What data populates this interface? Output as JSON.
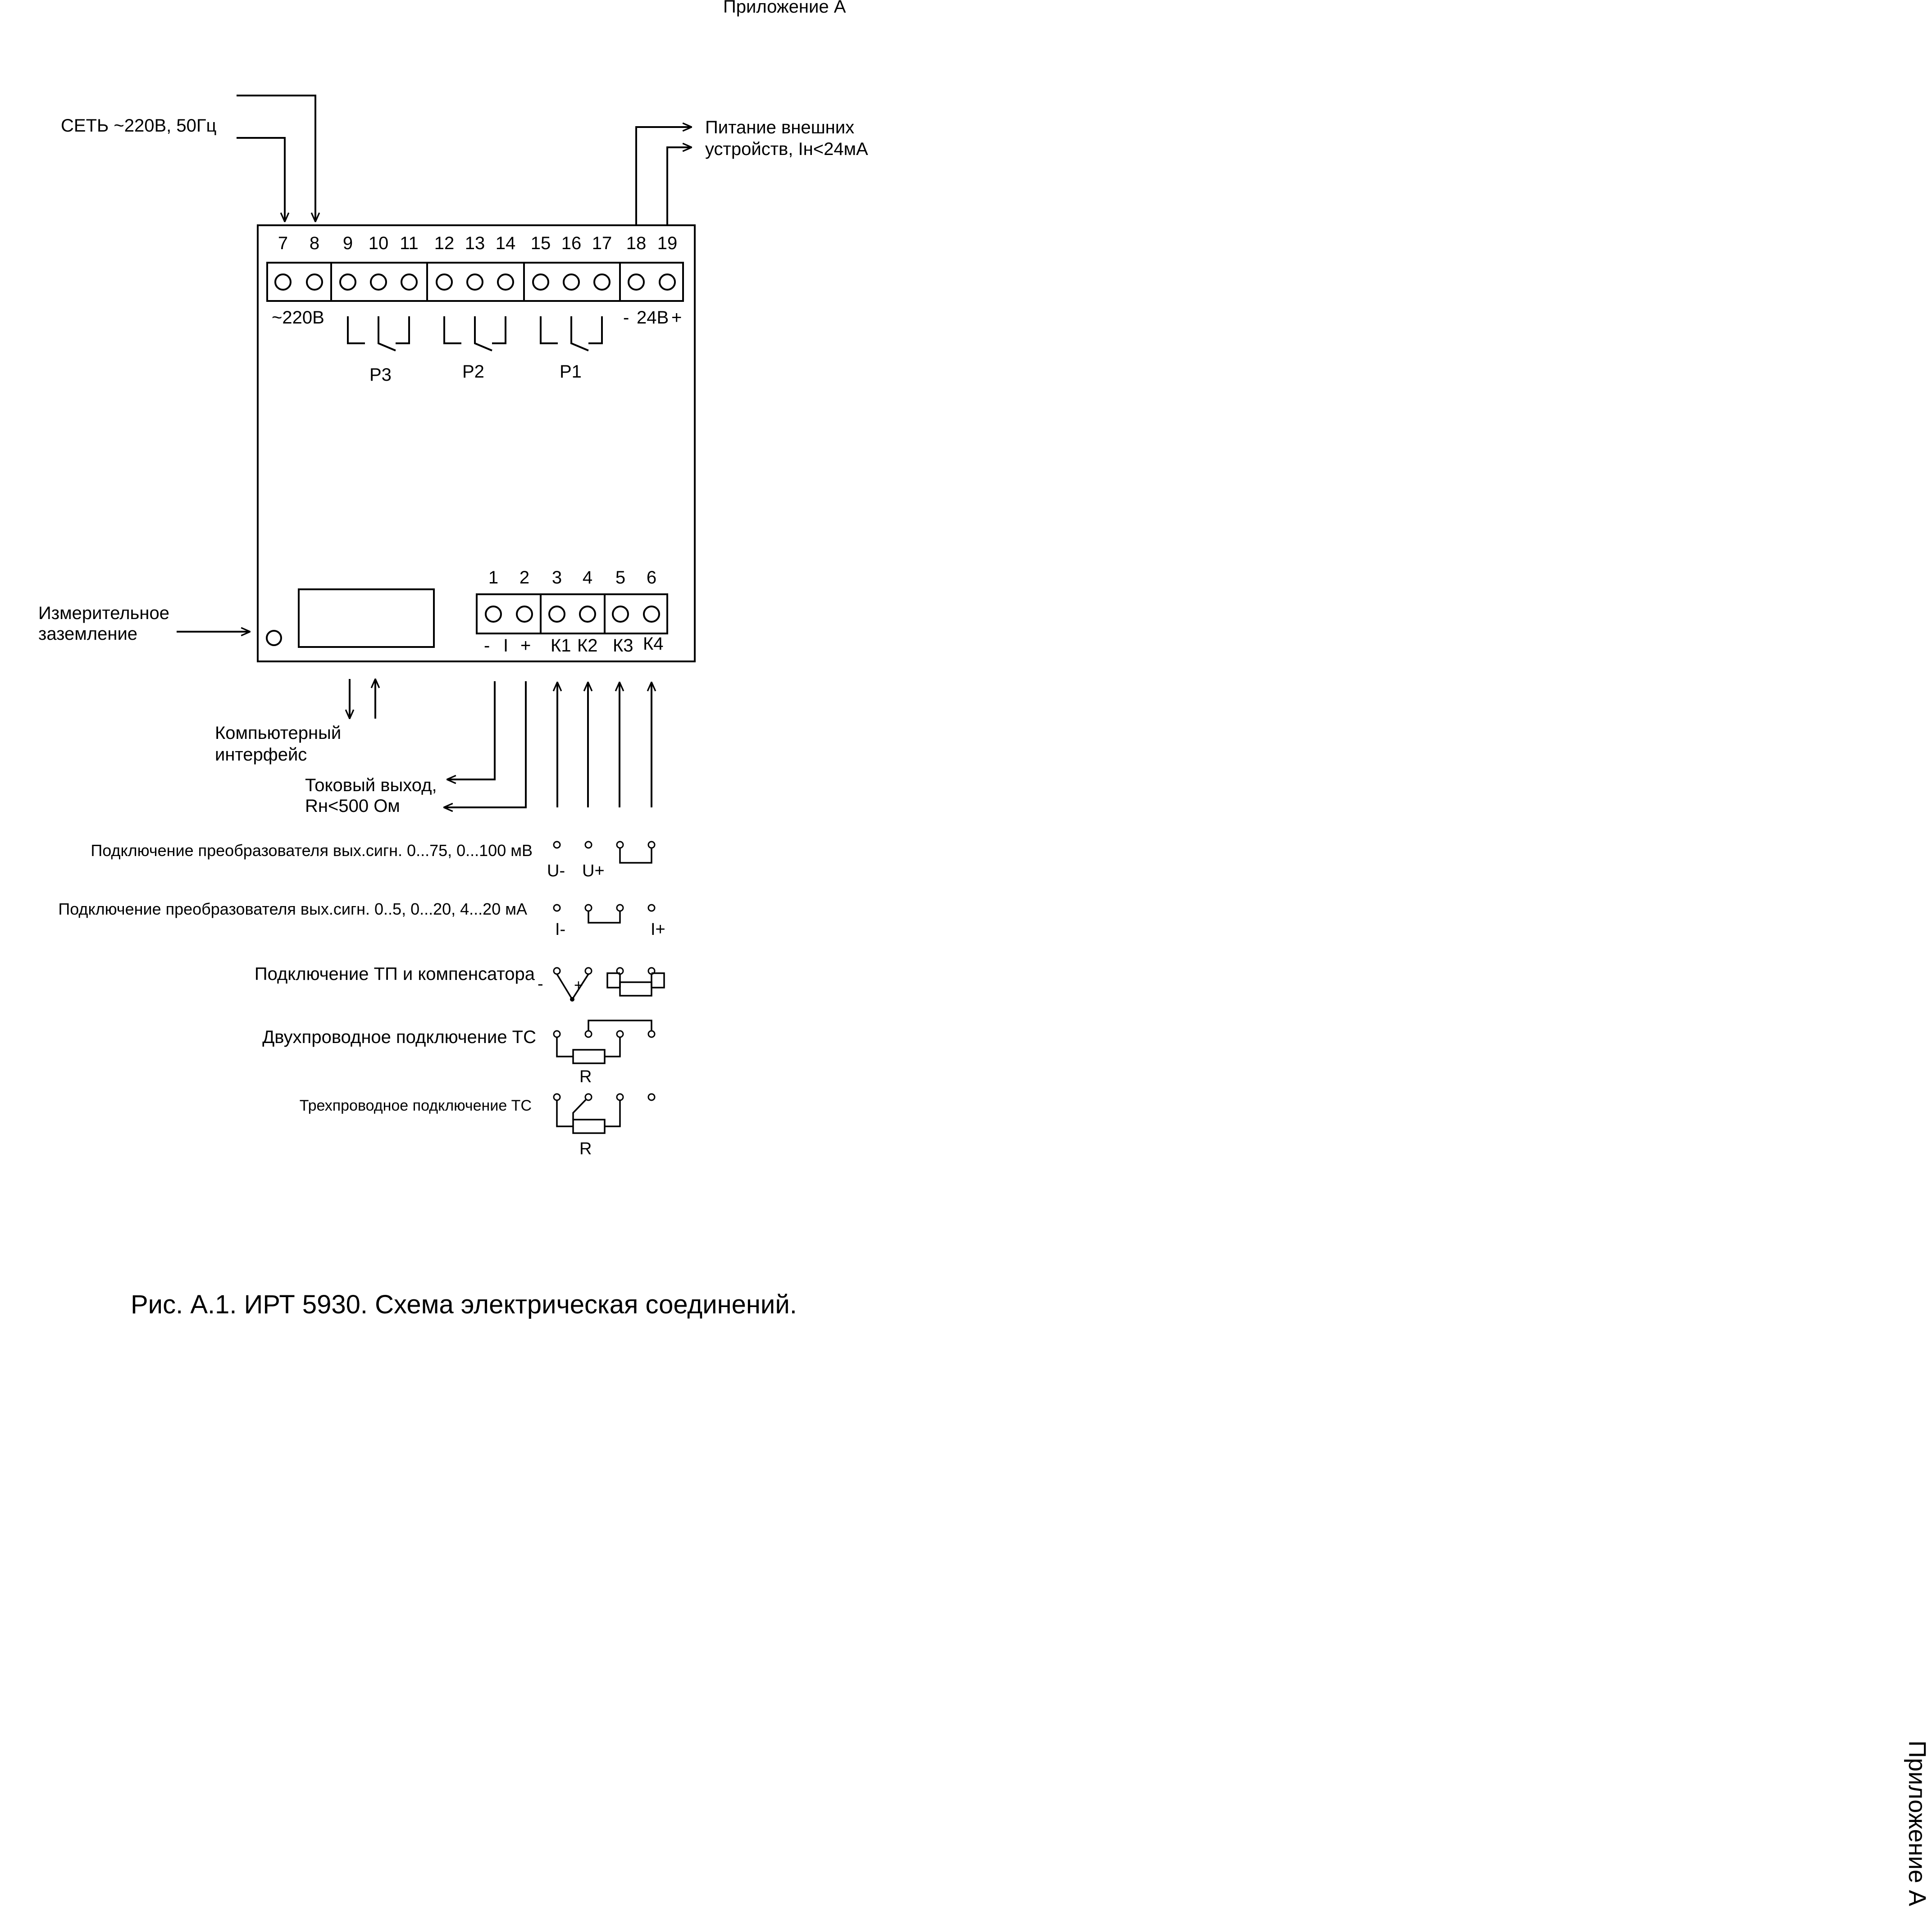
{
  "header": "Приложение А",
  "side_label": "Приложение А",
  "caption": "Рис. А.1. ИРТ 5930. Схема электрическая соединений.",
  "mains_label": "СЕТЬ ~220В, 50Гц",
  "ext_power_label": [
    "Питание внешних",
    "устройств, Iн<24мА"
  ],
  "ground_label": [
    "Измерительное",
    "заземление"
  ],
  "pc_label": [
    "Компьютерный",
    "интерфейс"
  ],
  "current_out_label": [
    "Токовый выход,",
    "Rн<500 Ом"
  ],
  "top_terminals": [
    "7",
    "8",
    "9",
    "10",
    "11",
    "12",
    "13",
    "14",
    "15",
    "16",
    "17",
    "18",
    "19"
  ],
  "bottom_terminals": [
    "1",
    "2",
    "3",
    "4",
    "5",
    "6"
  ],
  "top_sublabels": {
    "ac": "~220В",
    "dc_minus": "-",
    "dc": "24В",
    "dc_plus": "+"
  },
  "relays": [
    "Р3",
    "Р2",
    "Р1"
  ],
  "bottom_sublabels": [
    "-",
    "I",
    "+",
    "К1",
    "К2",
    "К3",
    "К4"
  ],
  "connections": [
    {
      "label": "Подключение преобразователя вых.сигн. 0...75, 0...100 мВ",
      "marks": [
        "U-",
        "U+"
      ]
    },
    {
      "label": "Подключение преобразователя вых.сигн. 0..5, 0...20, 4...20 мА",
      "marks": [
        "I-",
        "I+"
      ]
    },
    {
      "label": "Подключение ТП и компенсатора",
      "marks": [
        "-",
        "+"
      ]
    },
    {
      "label": "Двухпроводное подключение ТС",
      "marks": [
        "R"
      ]
    },
    {
      "label": "Трехпроводное подключение ТС",
      "marks": [
        "R"
      ]
    }
  ]
}
